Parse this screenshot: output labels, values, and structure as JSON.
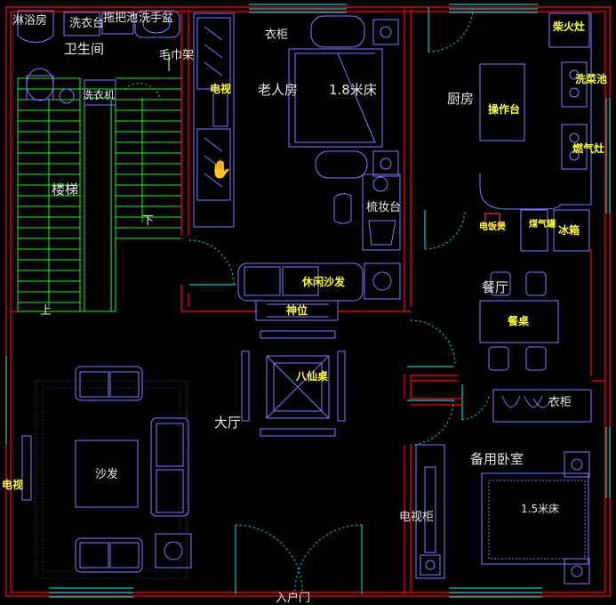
{
  "colors": {
    "wall": "#d40000",
    "furniture": "#7b7bff",
    "stair": "#22ee22",
    "door_arc": "#00c8c8",
    "window": "#00c8c8",
    "label_white": "#e8e8e8",
    "label_yellow": "#ffff33"
  },
  "rooms": {
    "shower_room": "淋浴房",
    "laundry_basin": "洗衣台",
    "mop_pool": "拖把池",
    "wash_basin": "洗手盆",
    "bathroom": "卫生间",
    "towel_rack": "毛巾架",
    "washing_machine": "洗衣机",
    "staircase": "楼梯",
    "stair_down": "下",
    "stair_up": "上",
    "wardrobe_elder": "衣柜",
    "tv_elder": "电视",
    "elder_room": "老人房",
    "bed_18": "1.8米床",
    "dresser": "梳妆台",
    "leisure_sofa": "休闲沙发",
    "shrine": "神位",
    "kitchen": "厨房",
    "wood_stove": "柴火灶",
    "sink": "洗菜池",
    "counter": "操作台",
    "gas_stove": "燃气灶",
    "rice_cooker": "电饭煲",
    "water_heater": "煤气罐",
    "fridge": "冰箱",
    "dining_room": "餐厅",
    "dining_table": "餐桌",
    "square_table": "八仙桌",
    "living_room": "大厅",
    "sofa": "沙发",
    "tv_living": "电视",
    "wardrobe_guest": "衣柜",
    "guest_room": "备用卧室",
    "tv_cabinet": "电视柜",
    "bed_15": "1.5米床",
    "entrance": "入户门"
  }
}
